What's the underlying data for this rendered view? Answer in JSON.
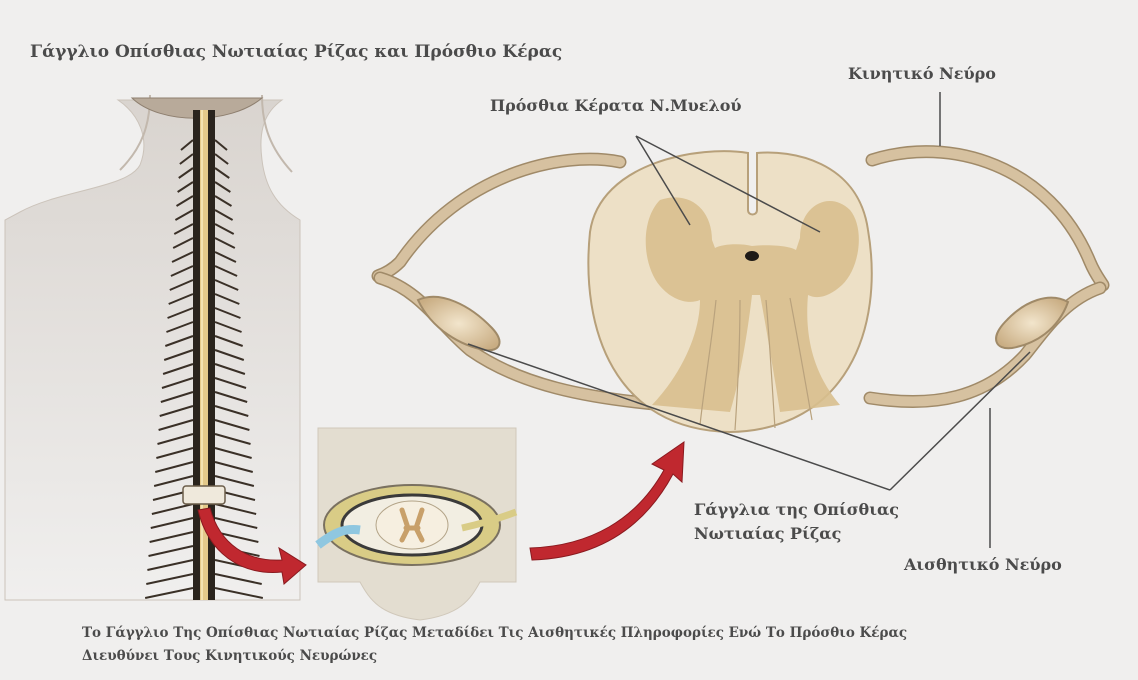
{
  "title": "Γάγγλιο Οπίσθιας Νωτιαίας Ρίζας και Πρόσθιο Κέρας",
  "labels": {
    "anterior_horns": "Πρόσθια Κέρατα Ν.Μυελού",
    "motor_nerve": "Κινητικό Νεύρο",
    "ganglia_line1": "Γάγγλια της Οπίσθιας",
    "ganglia_line2": "Νωτιαίας Ρίζας",
    "sensory_nerve": "Αισθητικό Νεύρο"
  },
  "caption": {
    "line1": "Το Γάγγλιο Της Οπίσθιας Νωτιαίας Ρίζας Μεταδίδει Τις Αισθητικές Πληροφορίες Ενώ Το Πρόσθιο Κέρας",
    "line2": "Διευθύνει Τους Κινητικούς Νευρώνες"
  },
  "colors": {
    "background": "#f0efee",
    "nerve_fill": "#d6c1a0",
    "nerve_edge": "#a08a68",
    "cord_fill": "#ede0c6",
    "gray_matter": "#d8bf8e",
    "spine_dark": "#2a241d",
    "arrow_red": "#c0282f",
    "text": "#4b4b4b"
  }
}
